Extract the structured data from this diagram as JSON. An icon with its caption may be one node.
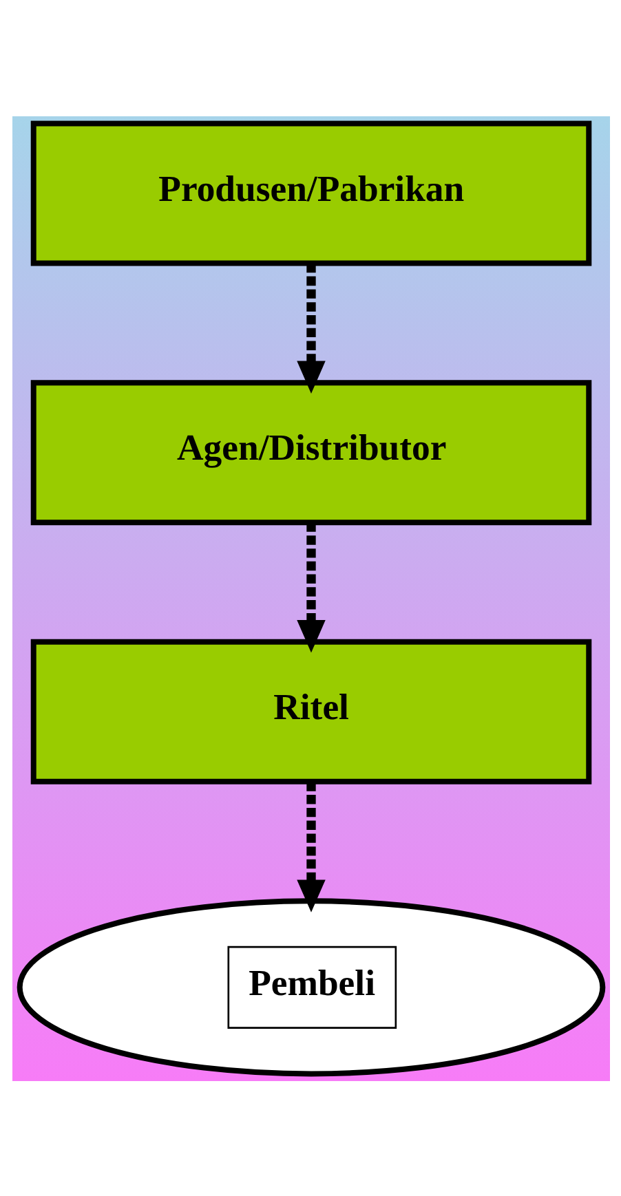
{
  "diagram": {
    "nodes": [
      {
        "text": [
          "Produsen/Pabrikan"
        ]
      },
      {
        "text": [
          "Agen/Distributor"
        ]
      },
      {
        "text": [
          "Ritel"
        ]
      },
      {
        "text": [
          "Pembeli"
        ]
      }
    ],
    "edges": [
      {
        "from": 0,
        "to": 1,
        "arrow": "to",
        "style": "dashed"
      },
      {
        "from": 1,
        "to": 2,
        "arrow": "to",
        "style": "dashed"
      },
      {
        "from": 2,
        "to": 3,
        "arrow": "to",
        "style": "dashed"
      }
    ]
  }
}
